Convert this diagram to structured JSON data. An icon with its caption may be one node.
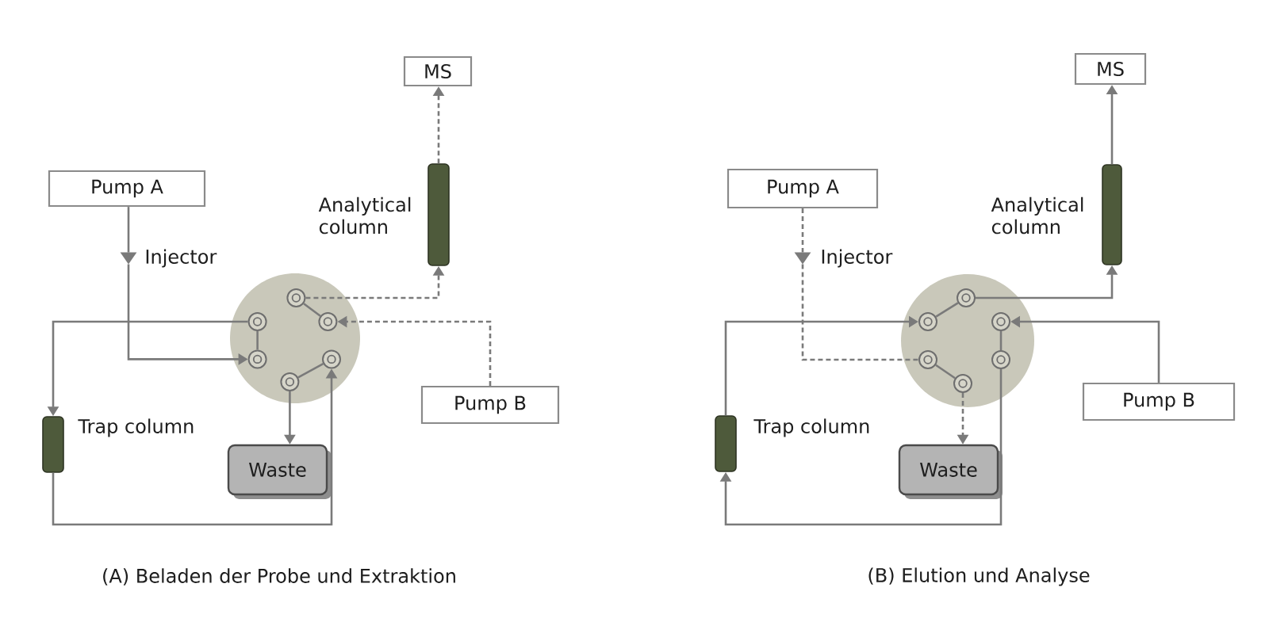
{
  "diagram": {
    "nodes": [
      {
        "text": [
          "MS"
        ]
      },
      {
        "text": [
          "Pump A"
        ]
      },
      {
        "text": [],
        "shape": "triangle",
        "beside": [
          "Injector"
        ]
      },
      {
        "text": [],
        "shape": "bar",
        "beside": [
          "Analytical column"
        ]
      },
      {
        "text": [],
        "shape": "circle"
      },
      {
        "text": [],
        "shape": "circle",
        "in": 4
      },
      {
        "text": [],
        "shape": "circle",
        "in": 4
      },
      {
        "text": [],
        "shape": "circle",
        "in": 4
      },
      {
        "text": [],
        "shape": "circle",
        "in": 4
      },
      {
        "text": [],
        "shape": "circle",
        "in": 4
      },
      {
        "text": [],
        "shape": "circle",
        "in": 4
      },
      {
        "text": [],
        "shape": "bar",
        "beside": [
          "Trap column"
        ]
      },
      {
        "text": [
          "Pump B"
        ]
      },
      {
        "text": [
          "Waste"
        ]
      },
      {
        "text": [
          "MS"
        ]
      },
      {
        "text": [
          "Pump A"
        ]
      },
      {
        "text": [],
        "shape": "triangle",
        "beside": [
          "Injector"
        ]
      },
      {
        "text": [],
        "shape": "bar",
        "beside": [
          "Analytical column"
        ]
      },
      {
        "text": [],
        "shape": "circle"
      },
      {
        "text": [],
        "shape": "circle",
        "in": 18
      },
      {
        "text": [],
        "shape": "circle",
        "in": 18
      },
      {
        "text": [],
        "shape": "circle",
        "in": 18
      },
      {
        "text": [],
        "shape": "circle",
        "in": 18
      },
      {
        "text": [],
        "shape": "circle",
        "in": 18
      },
      {
        "text": [],
        "shape": "circle",
        "in": 18
      },
      {
        "text": [],
        "shape": "bar",
        "beside": [
          "Trap column"
        ]
      },
      {
        "text": [
          "Pump B"
        ]
      },
      {
        "text": [
          "Waste"
        ]
      }
    ],
    "edges": [
      {
        "from": 1,
        "to": 2,
        "arrow": "none"
      },
      {
        "from": 2,
        "to": 8,
        "arrow": "to"
      },
      {
        "from": 6,
        "to": 11,
        "arrow": "to"
      },
      {
        "from": 11,
        "to": 9,
        "arrow": "to"
      },
      {
        "from": 10,
        "to": 13,
        "arrow": "to"
      },
      {
        "from": 5,
        "to": 3,
        "arrow": "to",
        "style": "dashed"
      },
      {
        "from": 3,
        "to": 0,
        "arrow": "to",
        "style": "dashed"
      },
      {
        "from": 12,
        "to": 7,
        "arrow": "to",
        "style": "dashed"
      },
      {
        "from": 5,
        "to": 7,
        "arrow": "none"
      },
      {
        "from": 6,
        "to": 8,
        "arrow": "none"
      },
      {
        "from": 10,
        "to": 9,
        "arrow": "none"
      },
      {
        "from": 15,
        "to": 16,
        "arrow": "none",
        "style": "dashed"
      },
      {
        "from": 16,
        "to": 22,
        "arrow": "none",
        "style": "dashed"
      },
      {
        "from": 24,
        "to": 27,
        "arrow": "to",
        "style": "dashed"
      },
      {
        "from": 23,
        "to": 25,
        "arrow": "to"
      },
      {
        "from": 25,
        "to": 20,
        "arrow": "to"
      },
      {
        "from": 19,
        "to": 17,
        "arrow": "to"
      },
      {
        "from": 17,
        "to": 14,
        "arrow": "to"
      },
      {
        "from": 26,
        "to": 21,
        "arrow": "to"
      },
      {
        "from": 19,
        "to": 20,
        "arrow": "none"
      },
      {
        "from": 21,
        "to": 23,
        "arrow": "none"
      },
      {
        "from": 22,
        "to": 24,
        "arrow": "none"
      }
    ],
    "labels": [
      "(A) Beladen der Probe und Extraktion",
      "(B) Elution und Analyse"
    ]
  }
}
